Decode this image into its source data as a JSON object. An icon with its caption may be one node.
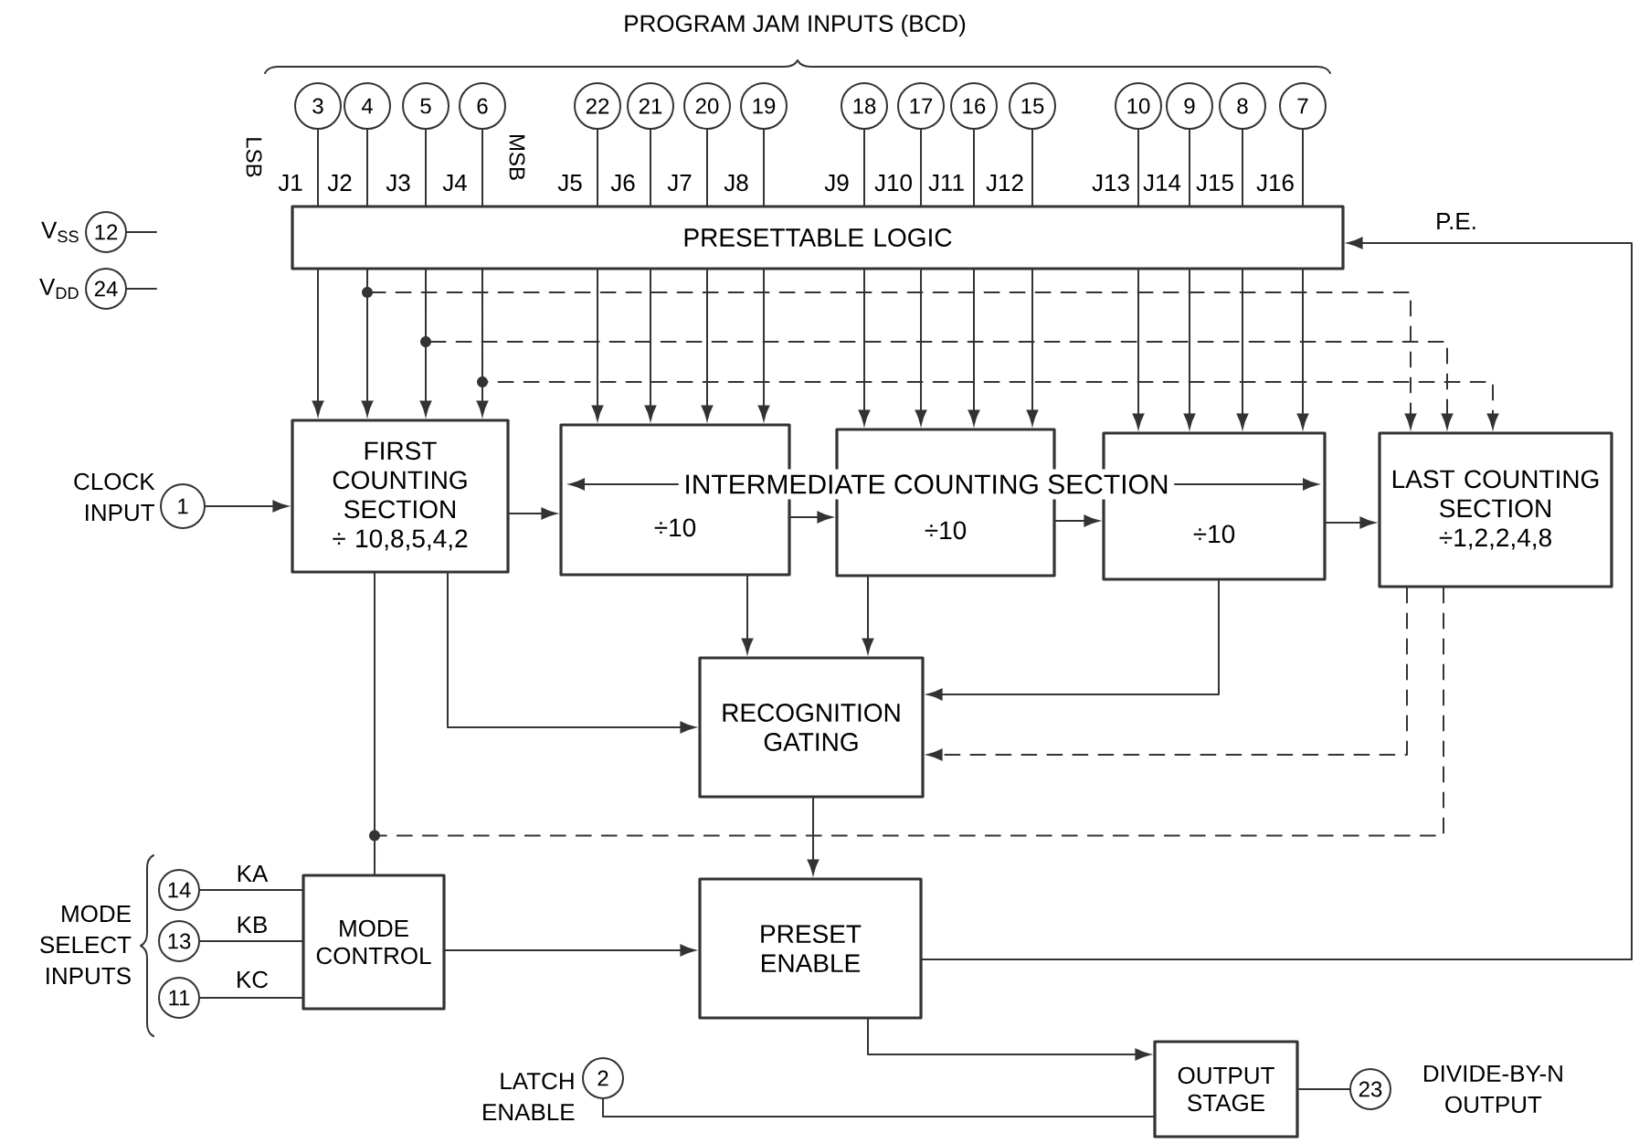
{
  "diagram": {
    "nodes": [
      {
        "text": [
          "PRESETTABLE LOGIC"
        ]
      },
      {
        "text": [
          "3"
        ]
      },
      {
        "text": [
          "4"
        ]
      },
      {
        "text": [
          "5"
        ]
      },
      {
        "text": [
          "6"
        ]
      },
      {
        "text": [
          "22"
        ]
      },
      {
        "text": [
          "21"
        ]
      },
      {
        "text": [
          "20"
        ]
      },
      {
        "text": [
          "19"
        ]
      },
      {
        "text": [
          "18"
        ]
      },
      {
        "text": [
          "17"
        ]
      },
      {
        "text": [
          "16"
        ]
      },
      {
        "text": [
          "15"
        ]
      },
      {
        "text": [
          "10"
        ]
      },
      {
        "text": [
          "9"
        ]
      },
      {
        "text": [
          "8"
        ]
      },
      {
        "text": [
          "7"
        ]
      },
      {
        "text": [
          "12"
        ],
        "beside": [
          "V$_{SS}$"
        ]
      },
      {
        "text": [
          "24"
        ],
        "beside": [
          "V$_{DD}$"
        ]
      },
      {
        "text": [
          "1"
        ],
        "beside": [
          "CLOCK INPUT"
        ]
      },
      {
        "text": [
          "FIRST COUNTING SECTION",
          "÷ 10,8,5,4,2"
        ]
      },
      {
        "text": [
          "÷10"
        ]
      },
      {
        "text": [
          "÷10"
        ]
      },
      {
        "text": [
          "÷10"
        ]
      },
      {
        "text": [
          "LAST COUNTING SECTION",
          "÷1,2,2,4,8"
        ]
      },
      {
        "text": [
          "RECOGNITION GATING"
        ]
      },
      {
        "text": [
          "14"
        ]
      },
      {
        "text": [
          "13"
        ]
      },
      {
        "text": [
          "11"
        ]
      },
      {
        "text": [
          "MODE CONTROL"
        ]
      },
      {
        "text": [
          "PRESET ENABLE"
        ]
      },
      {
        "text": [
          "2"
        ],
        "beside": [
          "LATCH ENABLE"
        ]
      },
      {
        "text": [
          "OUTPUT STAGE"
        ]
      },
      {
        "text": [
          "23"
        ],
        "beside": [
          "DIVIDE-BY-N OUTPUT"
        ]
      }
    ],
    "edges": [
      {
        "from": 1,
        "to": 0,
        "arrow": "none",
        "label": "J1"
      },
      {
        "from": 2,
        "to": 0,
        "arrow": "none",
        "label": "J2"
      },
      {
        "from": 3,
        "to": 0,
        "arrow": "none",
        "label": "J3"
      },
      {
        "from": 4,
        "to": 0,
        "arrow": "none",
        "label": "J4"
      },
      {
        "from": 5,
        "to": 0,
        "arrow": "none",
        "label": "J5"
      },
      {
        "from": 6,
        "to": 0,
        "arrow": "none",
        "label": "J6"
      },
      {
        "from": 7,
        "to": 0,
        "arrow": "none",
        "label": "J7"
      },
      {
        "from": 8,
        "to": 0,
        "arrow": "none",
        "label": "J8"
      },
      {
        "from": 9,
        "to": 0,
        "arrow": "none",
        "label": "J9"
      },
      {
        "from": 10,
        "to": 0,
        "arrow": "none",
        "label": "J10"
      },
      {
        "from": 11,
        "to": 0,
        "arrow": "none",
        "label": "J11"
      },
      {
        "from": 12,
        "to": 0,
        "arrow": "none",
        "label": "J12"
      },
      {
        "from": 13,
        "to": 0,
        "arrow": "none",
        "label": "J13"
      },
      {
        "from": 14,
        "to": 0,
        "arrow": "none",
        "label": "J14"
      },
      {
        "from": 15,
        "to": 0,
        "arrow": "none",
        "label": "J15"
      },
      {
        "from": 16,
        "to": 0,
        "arrow": "none",
        "label": "J16"
      },
      {
        "from": 17,
        "to": null,
        "arrow": "none"
      },
      {
        "from": 18,
        "to": null,
        "arrow": "none"
      },
      {
        "from": 0,
        "to": 20,
        "arrow": "to"
      },
      {
        "from": 0,
        "to": 20,
        "arrow": "to"
      },
      {
        "from": 0,
        "to": 20,
        "arrow": "to"
      },
      {
        "from": 0,
        "to": 20,
        "arrow": "to"
      },
      {
        "from": 0,
        "to": 21,
        "arrow": "to"
      },
      {
        "from": 0,
        "to": 21,
        "arrow": "to"
      },
      {
        "from": 0,
        "to": 21,
        "arrow": "to"
      },
      {
        "from": 0,
        "to": 21,
        "arrow": "to"
      },
      {
        "from": 0,
        "to": 22,
        "arrow": "to"
      },
      {
        "from": 0,
        "to": 22,
        "arrow": "to"
      },
      {
        "from": 0,
        "to": 22,
        "arrow": "to"
      },
      {
        "from": 0,
        "to": 22,
        "arrow": "to"
      },
      {
        "from": 0,
        "to": 23,
        "arrow": "to"
      },
      {
        "from": 0,
        "to": 23,
        "arrow": "to"
      },
      {
        "from": 0,
        "to": 23,
        "arrow": "to"
      },
      {
        "from": 0,
        "to": 23,
        "arrow": "to"
      },
      {
        "from": 0,
        "to": 24,
        "arrow": "to",
        "style": "dashed"
      },
      {
        "from": 0,
        "to": 24,
        "arrow": "to",
        "style": "dashed"
      },
      {
        "from": 0,
        "to": 24,
        "arrow": "to",
        "style": "dashed"
      },
      {
        "from": 19,
        "to": 20,
        "arrow": "to"
      },
      {
        "from": 20,
        "to": 21,
        "arrow": "to"
      },
      {
        "from": 21,
        "to": 22,
        "arrow": "to"
      },
      {
        "from": 22,
        "to": 23,
        "arrow": "to"
      },
      {
        "from": 23,
        "to": 24,
        "arrow": "to"
      },
      {
        "from": 20,
        "to": 25,
        "arrow": "to"
      },
      {
        "from": 21,
        "to": 25,
        "arrow": "to"
      },
      {
        "from": 22,
        "to": 25,
        "arrow": "to"
      },
      {
        "from": 23,
        "to": 25,
        "arrow": "to"
      },
      {
        "from": 24,
        "to": 25,
        "arrow": "to",
        "style": "dashed"
      },
      {
        "from": 20,
        "to": 29,
        "arrow": "none"
      },
      {
        "from": 24,
        "to": 29,
        "arrow": "none",
        "style": "dashed"
      },
      {
        "from": 26,
        "to": 29,
        "arrow": "none",
        "label": "KA"
      },
      {
        "from": 27,
        "to": 29,
        "arrow": "none",
        "label": "KB"
      },
      {
        "from": 28,
        "to": 29,
        "arrow": "none",
        "label": "KC"
      },
      {
        "from": 25,
        "to": 30,
        "arrow": "to"
      },
      {
        "from": 29,
        "to": 30,
        "arrow": "to"
      },
      {
        "from": 30,
        "to": 0,
        "arrow": "to",
        "label": "P.E."
      },
      {
        "from": 30,
        "to": 32,
        "arrow": "to"
      },
      {
        "from": 31,
        "to": 32,
        "arrow": "none"
      },
      {
        "from": 32,
        "to": 33,
        "arrow": "none"
      }
    ],
    "labels": [
      "PROGRAM JAM INPUTS (BCD)",
      "LSB",
      "MSB",
      "INTERMEDIATE COUNTING SECTION",
      "MODE SELECT INPUTS"
    ]
  }
}
